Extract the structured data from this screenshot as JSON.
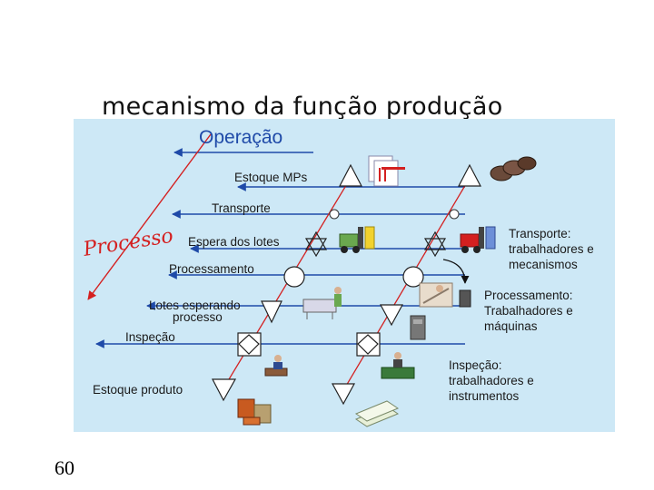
{
  "title": "mecanismo da função produção",
  "slide_number": "60",
  "diagram": {
    "operacao": "Operação",
    "processo": "Processo",
    "labels": {
      "estoque_mps": "Estoque MPs",
      "transporte": "Transporte",
      "espera_lotes": "Espera dos lotes",
      "processamento": "Processamento",
      "lotes_esperando_1": "Lotes esperando",
      "lotes_esperando_2": "processo",
      "inspecao": "Inspeção",
      "estoque_produto": "Estoque produto",
      "transp_mec_1": "Transporte:",
      "transp_mec_2": "trabalhadores e",
      "transp_mec_3": "mecanismos",
      "proc_trab_1": "Processamento:",
      "proc_trab_2": "Trabalhadores e",
      "proc_trab_3": "máquinas",
      "insp_trab_1": "Inspeção:",
      "insp_trab_2": "trabalhadores e",
      "insp_trab_3": "instrumentos"
    },
    "colors": {
      "panel": "#cde8f6",
      "arrow": "#1f4aa8",
      "processo": "#d42020"
    }
  }
}
